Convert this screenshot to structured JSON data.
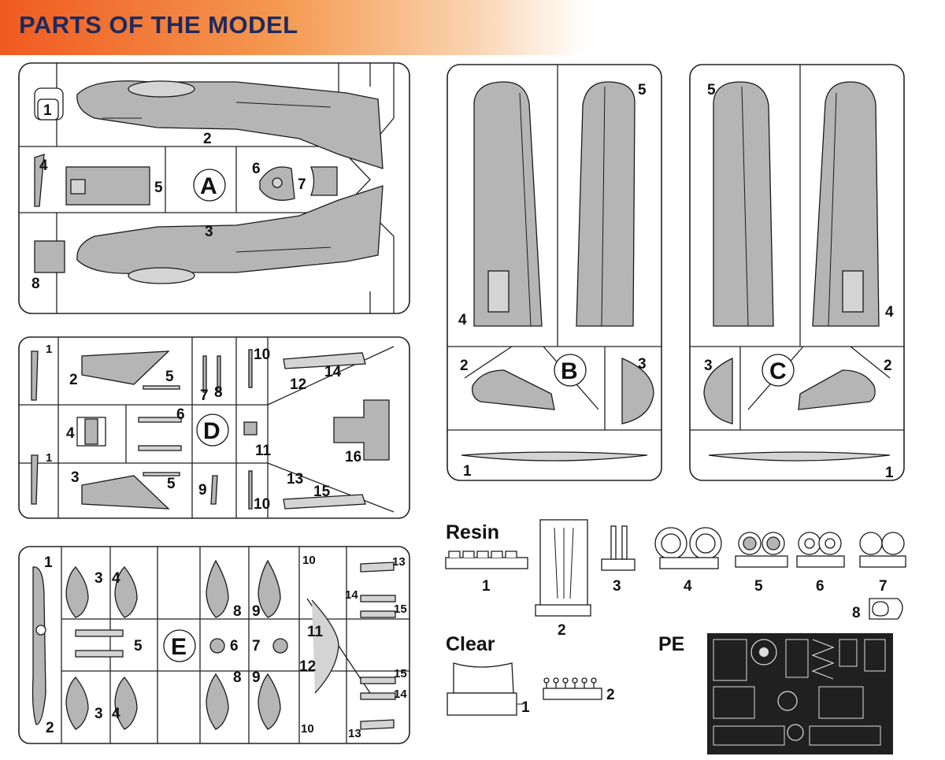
{
  "title": "PARTS OF THE MODEL",
  "sprues": {
    "A": {
      "letter": "A",
      "parts": [
        "1",
        "2",
        "3",
        "4",
        "5",
        "6",
        "7",
        "8"
      ]
    },
    "B": {
      "letter": "B",
      "parts": [
        "2",
        "3",
        "4",
        "5",
        "1"
      ]
    },
    "C": {
      "letter": "C",
      "parts": [
        "5",
        "4",
        "3",
        "2",
        "1"
      ]
    },
    "D": {
      "letter": "D",
      "parts": [
        "1",
        "2",
        "5",
        "7",
        "8",
        "10",
        "12",
        "14",
        "6",
        "4",
        "11",
        "16",
        "1",
        "3",
        "5",
        "9",
        "10",
        "13",
        "15"
      ]
    },
    "E": {
      "letter": "E",
      "parts": [
        "1",
        "3",
        "4",
        "8",
        "9",
        "10",
        "13",
        "14",
        "15",
        "5",
        "6",
        "7",
        "11",
        "12",
        "3",
        "4",
        "8",
        "9",
        "15",
        "14",
        "2",
        "10",
        "13"
      ]
    }
  },
  "resin": {
    "label": "Resin",
    "parts": [
      "1",
      "2",
      "3",
      "4",
      "5",
      "6",
      "7",
      "8"
    ]
  },
  "clear": {
    "label": "Clear",
    "parts": [
      "1",
      "2"
    ]
  },
  "pe": {
    "label": "PE"
  }
}
